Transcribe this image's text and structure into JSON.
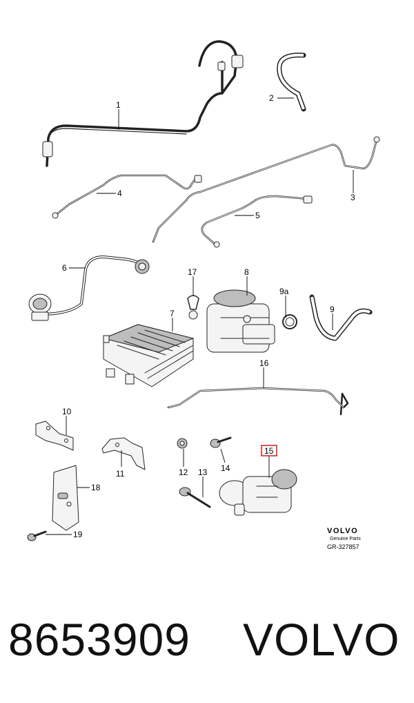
{
  "callouts": {
    "p1": "1",
    "p2": "2",
    "p3": "3",
    "p4": "4",
    "p5": "5",
    "p6": "6",
    "p7": "7",
    "p8": "8",
    "p9": "9",
    "p9a": "9a",
    "p10": "10",
    "p11": "11",
    "p12": "12",
    "p13": "13",
    "p14": "14",
    "p15": "15",
    "p16": "16",
    "p17": "17",
    "p18": "18",
    "p19": "19"
  },
  "highlight_color": "#d11a1a",
  "brand_block": {
    "logo": "VOLVO",
    "subtitle": "Genuine Parts",
    "reference": "GR-327857"
  },
  "footer": {
    "part_number": "8653909",
    "brand": "VOLVO"
  }
}
